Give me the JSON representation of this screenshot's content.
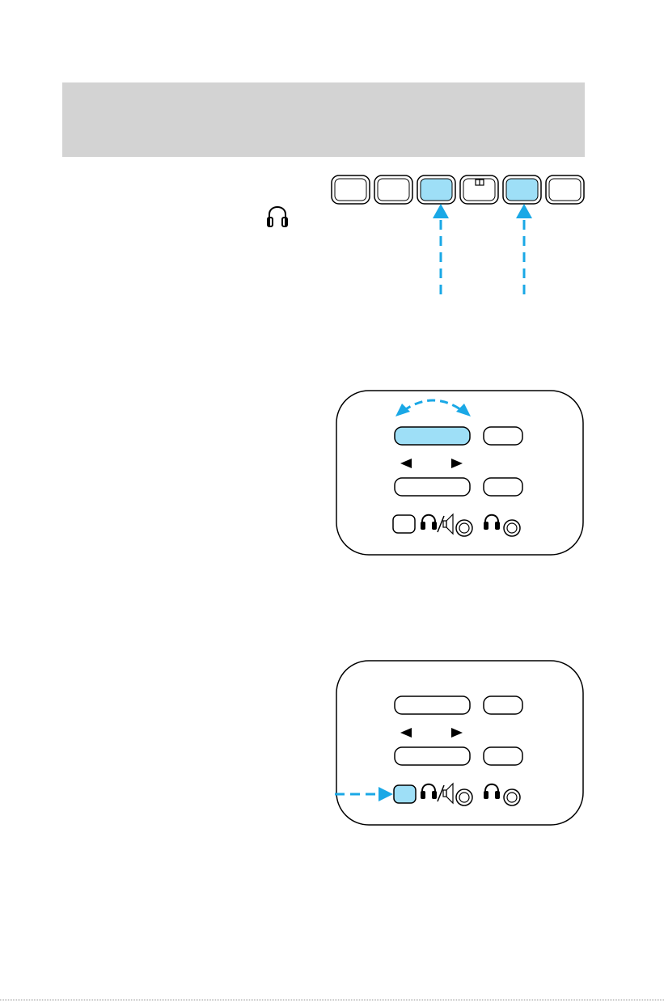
{
  "page": {
    "header_text": "",
    "body_text": []
  },
  "colors": {
    "header_band": "#d3d3d3",
    "highlight": "#9edff7",
    "callout": "#1aa8e6",
    "outline": "#000000"
  },
  "icons": {
    "inline": "headphones-icon",
    "panel_a_callout": "double-headed-curved-arrow-icon",
    "panel_b_callout": "dashed-arrow-icon"
  },
  "overhead_row": {
    "button_count": 6,
    "highlighted_buttons": [
      3,
      5
    ],
    "marked_button": 4
  },
  "panel_a": {
    "highlighted": "upper-wide-button",
    "arrows": [
      "◄",
      "►"
    ]
  },
  "panel_b": {
    "highlighted": "mode-button",
    "arrows": [
      "◄",
      "►"
    ]
  }
}
